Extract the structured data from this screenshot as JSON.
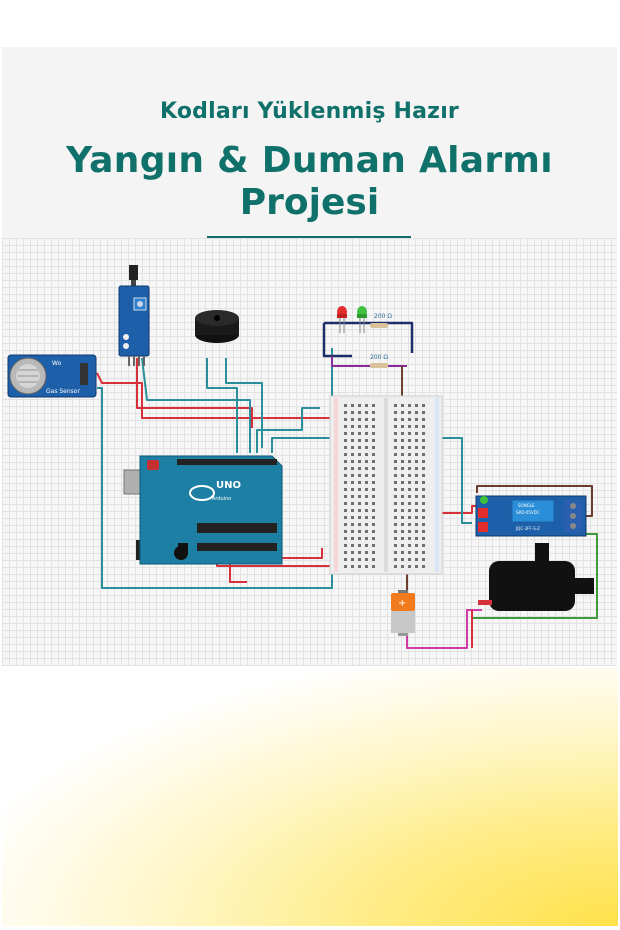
{
  "header": {
    "subtitle": "Kodları Yüklenmiş Hazır",
    "title_line1": "Yangın & Duman Alarmı",
    "title_line2": "Projesi"
  },
  "circuit": {
    "gas_sensor_label": "Gas Sensor",
    "gas_sensor_brand": "Wo",
    "arduino_logo_text": "UNO",
    "arduino_brand": "Arduino",
    "resistor_label_1": "200 Ω",
    "resistor_label_2": "200 Ω",
    "relay_text_1": "SONGLE",
    "relay_text_2": "SRD-05VDC",
    "relay_text_3": "JQC-3FF-S-Z"
  },
  "colors": {
    "title": "#10706a",
    "pcb": "#1d7fa4",
    "wire_red": "#d6303a",
    "wire_teal": "#2a8f9a",
    "wire_navy": "#1f2d6b",
    "wire_purple": "#8b2c9a",
    "wire_magenta": "#d23aa3",
    "wire_green": "#3d9a3d",
    "wire_brown": "#6a3d2c"
  },
  "icons": [
    "flame-sensor-icon",
    "buzzer-icon",
    "led-red-icon",
    "led-green-icon",
    "battery-icon",
    "pump-icon",
    "relay-icon",
    "arduino-icon",
    "breadboard-icon",
    "gas-sensor-icon"
  ]
}
